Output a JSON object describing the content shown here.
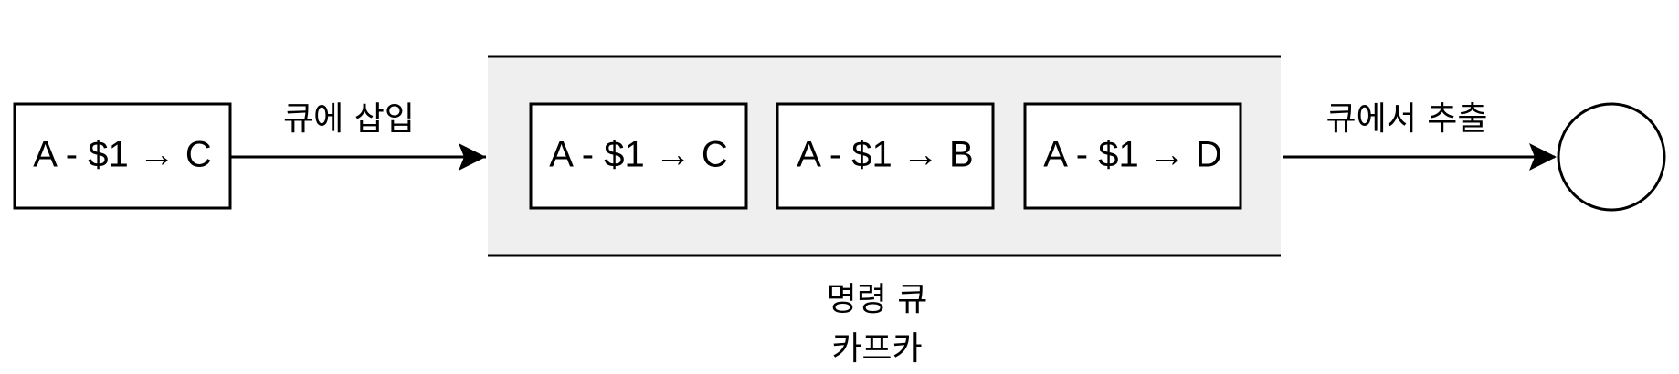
{
  "diagram": {
    "source_node": {
      "label": "A - $1 → C"
    },
    "insert_edge": {
      "label": "큐에 삽입"
    },
    "queue": {
      "items": [
        {
          "label": "A - $1 → C"
        },
        {
          "label": "A - $1 → B"
        },
        {
          "label": "A - $1 → D"
        }
      ],
      "caption_line1": "명령 큐",
      "caption_line2": "카프카"
    },
    "extract_edge": {
      "label": "큐에서 추출"
    }
  },
  "colors": {
    "queue_fill": "#efefef",
    "stroke": "#000000",
    "node_fill": "#ffffff"
  }
}
